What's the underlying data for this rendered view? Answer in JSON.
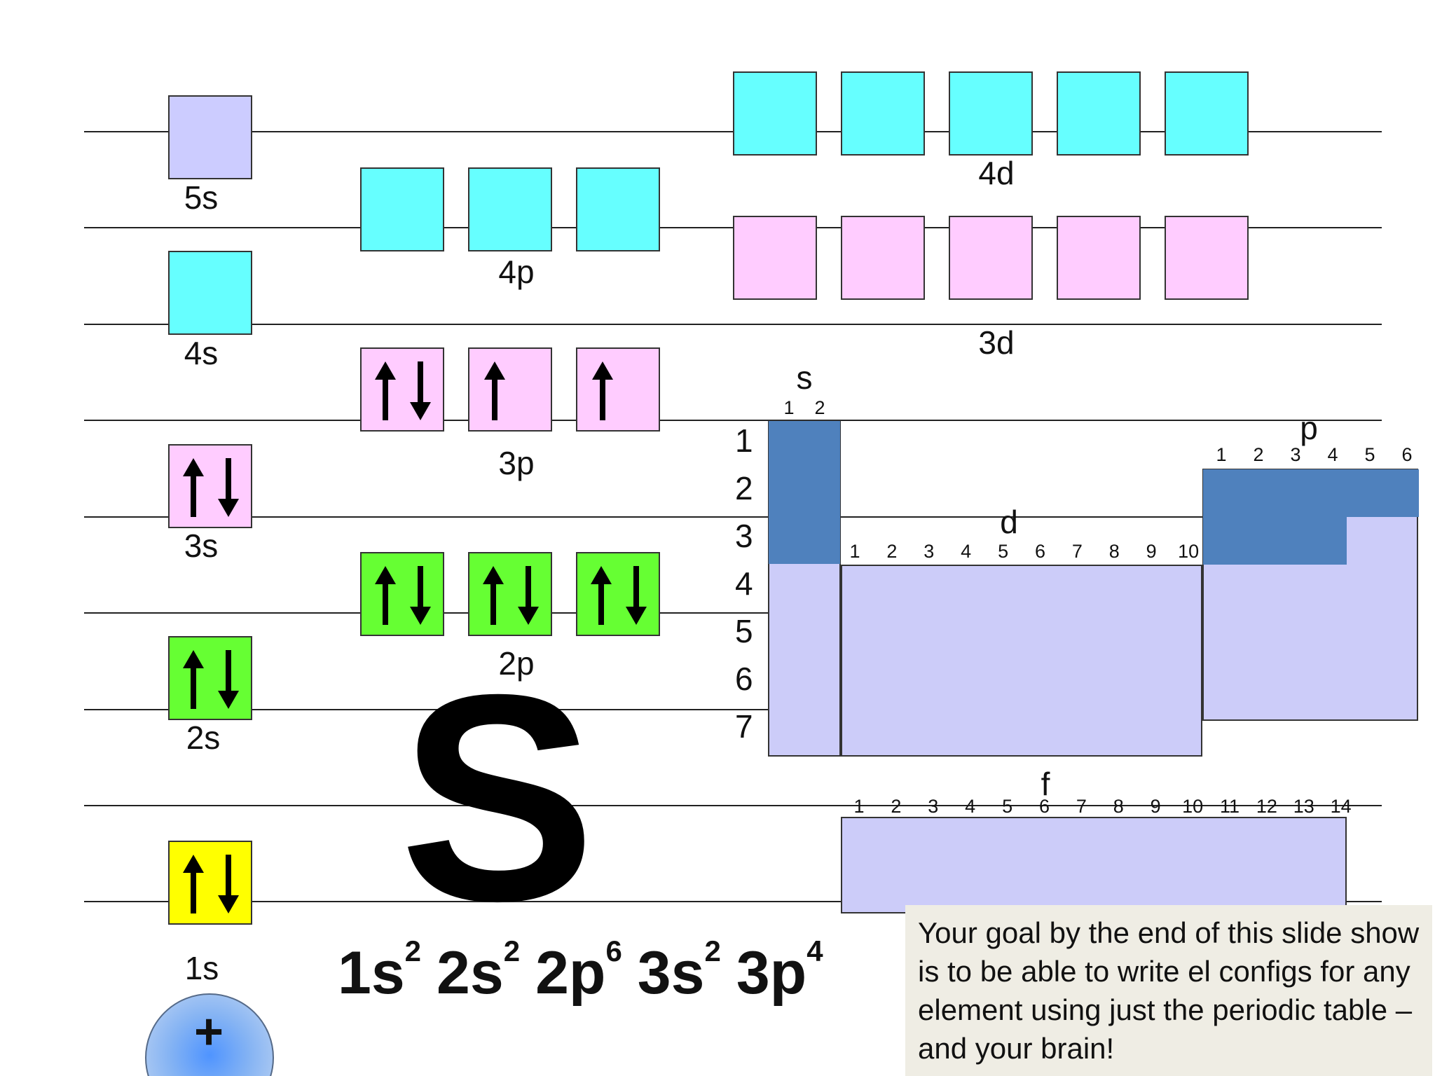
{
  "colors": {
    "lavender": "#ccccff",
    "cyan": "#66ffff",
    "pink": "#ffccff",
    "green": "#66ff33",
    "yellow": "#ffff00",
    "filled_block": "#4f81bd",
    "empty_block": "#ccccf9"
  },
  "orbital_diagram": {
    "sublevels": [
      {
        "label": "1s",
        "color": "yellow",
        "boxes": [
          "up-down"
        ]
      },
      {
        "label": "2s",
        "color": "green",
        "boxes": [
          "up-down"
        ]
      },
      {
        "label": "2p",
        "color": "green",
        "boxes": [
          "up-down",
          "up-down",
          "up-down"
        ]
      },
      {
        "label": "3s",
        "color": "pink",
        "boxes": [
          "up-down"
        ]
      },
      {
        "label": "3p",
        "color": "pink",
        "boxes": [
          "up-down",
          "up",
          "up"
        ]
      },
      {
        "label": "4s",
        "color": "cyan",
        "boxes": [
          "empty"
        ]
      },
      {
        "label": "3d",
        "color": "pink",
        "boxes": [
          "empty",
          "empty",
          "empty",
          "empty",
          "empty"
        ]
      },
      {
        "label": "4p",
        "color": "cyan",
        "boxes": [
          "empty",
          "empty",
          "empty"
        ]
      },
      {
        "label": "5s",
        "color": "lavender",
        "boxes": [
          "empty"
        ]
      },
      {
        "label": "4d",
        "color": "cyan",
        "boxes": [
          "empty",
          "empty",
          "empty",
          "empty",
          "empty"
        ]
      }
    ]
  },
  "periodic_table": {
    "row_labels": [
      "1",
      "2",
      "3",
      "4",
      "5",
      "6",
      "7"
    ],
    "blocks": {
      "s": {
        "label": "s",
        "columns": [
          "1",
          "2"
        ],
        "filled_rows": 3
      },
      "p": {
        "label": "p",
        "columns": [
          "1",
          "2",
          "3",
          "4",
          "5",
          "6"
        ],
        "filled_row2": 6,
        "filled_row3": 4
      },
      "d": {
        "label": "d",
        "columns": [
          "1",
          "2",
          "3",
          "4",
          "5",
          "6",
          "7",
          "8",
          "9",
          "10"
        ]
      },
      "f": {
        "label": "f",
        "columns": [
          "1",
          "2",
          "3",
          "4",
          "5",
          "6",
          "7",
          "8",
          "9",
          "10",
          "11",
          "12",
          "13",
          "14"
        ]
      }
    }
  },
  "element_symbol": "S",
  "config": [
    {
      "base": "1s",
      "exp": "2"
    },
    {
      "base": "2s",
      "exp": "2"
    },
    {
      "base": "2p",
      "exp": "6"
    },
    {
      "base": "3s",
      "exp": "2"
    },
    {
      "base": "3p",
      "exp": "4"
    }
  ],
  "goal_text": "Your goal by the end of this slide show is to be able to write el configs for any element using just the periodic table – and your brain!",
  "nucleus_symbol": "+"
}
